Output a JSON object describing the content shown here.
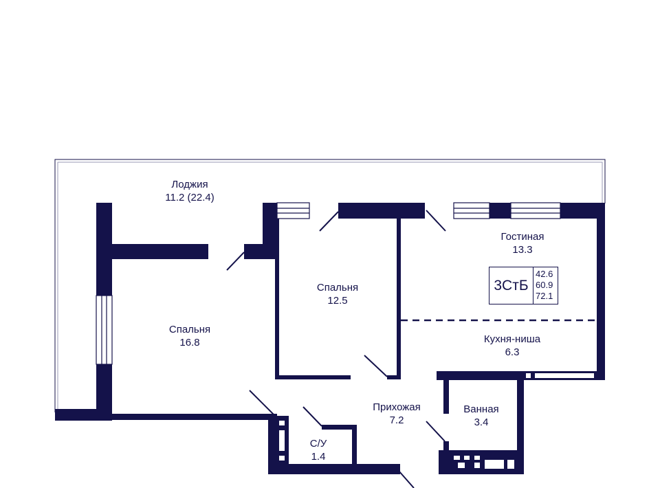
{
  "plan": {
    "wall_color": "#14124a",
    "rooms": [
      {
        "name": "Лоджия",
        "area": "11.2 (22.4)"
      },
      {
        "name": "Спальня",
        "area": "12.5"
      },
      {
        "name": "Гостиная",
        "area": "13.3"
      },
      {
        "name": "Спальня",
        "area": "16.8"
      },
      {
        "name": "Кухня-ниша",
        "area": "6.3"
      },
      {
        "name": "Прихожая",
        "area": "7.2"
      },
      {
        "name": "Ванная",
        "area": "3.4"
      },
      {
        "name": "С/У",
        "area": "1.4"
      }
    ],
    "badge": {
      "code": "3СтБ",
      "areas": [
        "42.6",
        "60.9",
        "72.1"
      ]
    }
  }
}
